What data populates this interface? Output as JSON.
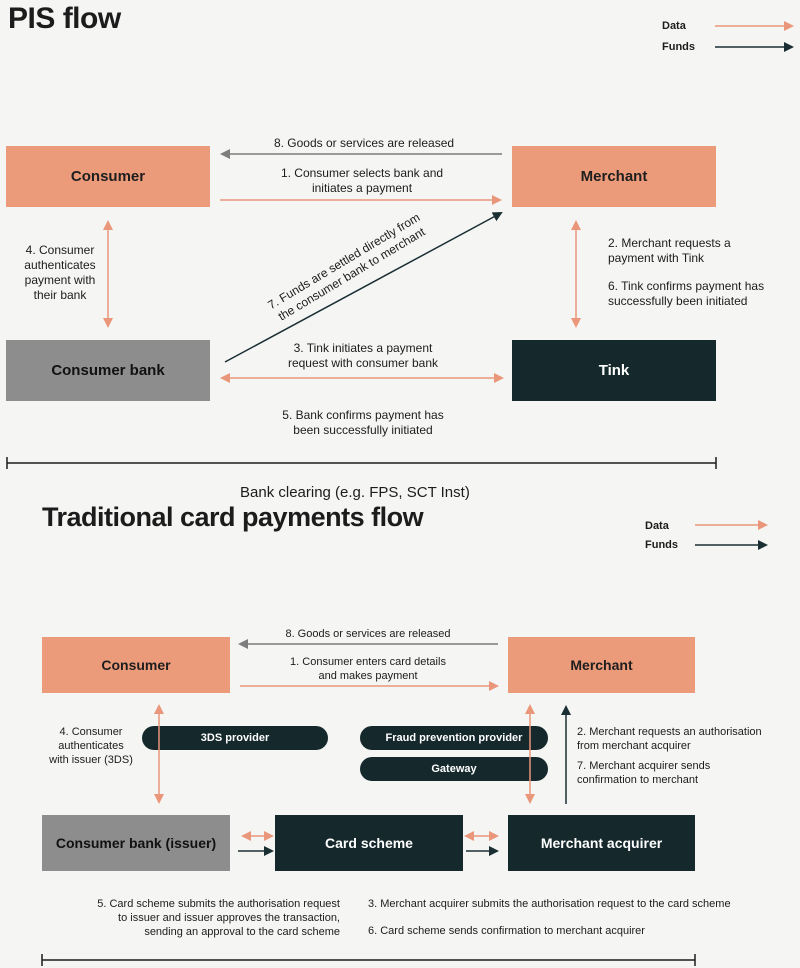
{
  "colors": {
    "data": "#e9967a",
    "funds": "#1a2f33",
    "line_grey": "#7d7d7d",
    "orange_box": "#ec9b7a",
    "grey_box": "#8d8d8d",
    "dark_box": "#15292d"
  },
  "pis": {
    "title": "PIS flow",
    "legend": {
      "data": "Data",
      "funds": "Funds"
    },
    "boxes": {
      "consumer": "Consumer",
      "merchant": "Merchant",
      "consumer_bank": "Consumer bank",
      "tink": "Tink"
    },
    "steps": {
      "s8": "8. Goods or services are released",
      "s1_l1": "1. Consumer selects bank and",
      "s1_l2": "initiates a payment",
      "s4_l1": "4. Consumer",
      "s4_l2": "authenticates",
      "s4_l3": "payment with",
      "s4_l4": "their bank",
      "s2_l1": "2. Merchant requests a",
      "s2_l2": "payment with Tink",
      "s6_l1": "6. Tink confirms payment has",
      "s6_l2": "successfully been initiated",
      "s7_l1": "7. Funds are settled directly from",
      "s7_l2": "the consumer bank to merchant",
      "s3_l1": "3. Tink initiates a payment",
      "s3_l2": "request with consumer bank",
      "s5_l1": "5. Bank confirms payment has",
      "s5_l2": "been successfully initiated"
    },
    "bank_clearing": "Bank clearing (e.g. FPS, SCT Inst)"
  },
  "card": {
    "title": "Traditional card payments flow",
    "legend": {
      "data": "Data",
      "funds": "Funds"
    },
    "boxes": {
      "consumer": "Consumer",
      "merchant": "Merchant",
      "consumer_bank": "Consumer bank (issuer)",
      "card_scheme": "Card scheme",
      "merchant_acquirer": "Merchant acquirer"
    },
    "pills": {
      "three_ds": "3DS provider",
      "fraud": "Fraud prevention provider",
      "gateway": "Gateway"
    },
    "steps": {
      "s8": "8. Goods or services are released",
      "s1_l1": "1. Consumer enters card details",
      "s1_l2": "and makes payment",
      "s4_l1": "4. Consumer",
      "s4_l2": "authenticates",
      "s4_l3": "with issuer (3DS)",
      "s2_l1": "2. Merchant requests an authorisation",
      "s2_l2": "from merchant acquirer",
      "s7_l1": "7. Merchant acquirer sends",
      "s7_l2": "confirmation to merchant",
      "s5_l1": "5. Card scheme submits the authorisation request",
      "s5_l2": "to issuer and issuer approves the transaction,",
      "s5_l3": "sending an approval to the card scheme",
      "s3": "3. Merchant acquirer submits the authorisation request to the card scheme",
      "s6": "6. Card scheme sends confirmation to merchant acquirer"
    }
  }
}
